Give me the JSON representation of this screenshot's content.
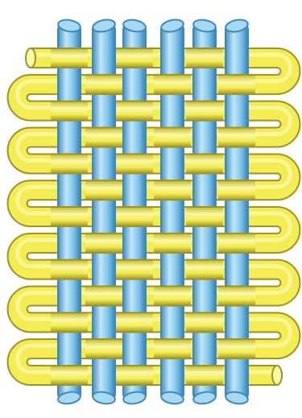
{
  "figure": {
    "kind": "plain weave illustration",
    "warp_count": 6,
    "weft_rows": 13,
    "colors": {
      "background": "#ffffff",
      "warp_fill": "#7cc4ec",
      "warp_edge": "#3f88b8",
      "warp_highlight": "#c2e6f8",
      "warp_end": "#a6daf4",
      "weft_fill": "#f3ec52",
      "weft_edge": "#9c9424",
      "weft_highlight": "#fbf8a6"
    }
  }
}
